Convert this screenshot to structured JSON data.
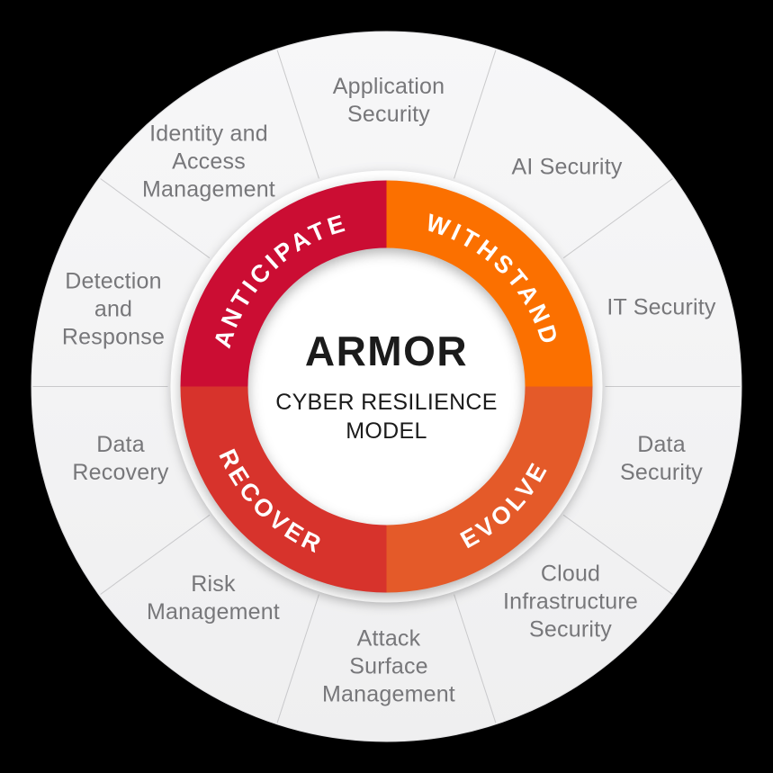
{
  "wheel": {
    "center": {
      "title": "ARMOR",
      "subtitle": "CYBER RESILIENCE\nMODEL"
    },
    "phases": [
      {
        "id": "anticipate",
        "label": "ANTICIPATE",
        "color": "#CB0D33"
      },
      {
        "id": "withstand",
        "label": "WITHSTAND",
        "color": "#FB7000"
      },
      {
        "id": "evolve",
        "label": "EVOLVE",
        "color": "#E45A29"
      },
      {
        "id": "recover",
        "label": "RECOVER",
        "color": "#D7332C"
      }
    ],
    "segments": [
      {
        "label": "Application\nSecurity"
      },
      {
        "label": "AI Security"
      },
      {
        "label": "IT Security"
      },
      {
        "label": "Data\nSecurity"
      },
      {
        "label": "Cloud\nInfrastructure\nSecurity"
      },
      {
        "label": "Attack\nSurface\nManagement"
      },
      {
        "label": "Risk\nManagement"
      },
      {
        "label": "Data\nRecovery"
      },
      {
        "label": "Detection\nand\nResponse"
      },
      {
        "label": "Identity and\nAccess\nManagement"
      }
    ],
    "colors": {
      "background": "#000000",
      "ring_top": "#F7F7F8",
      "ring_bottom": "#EFEFF0",
      "divider": "#C9C9CB",
      "segment_label_text": "#77777A",
      "center_text": "#1B1B1B",
      "phase_label_text": "#FFFFFF",
      "hub_fill": "#FFFFFF"
    }
  }
}
